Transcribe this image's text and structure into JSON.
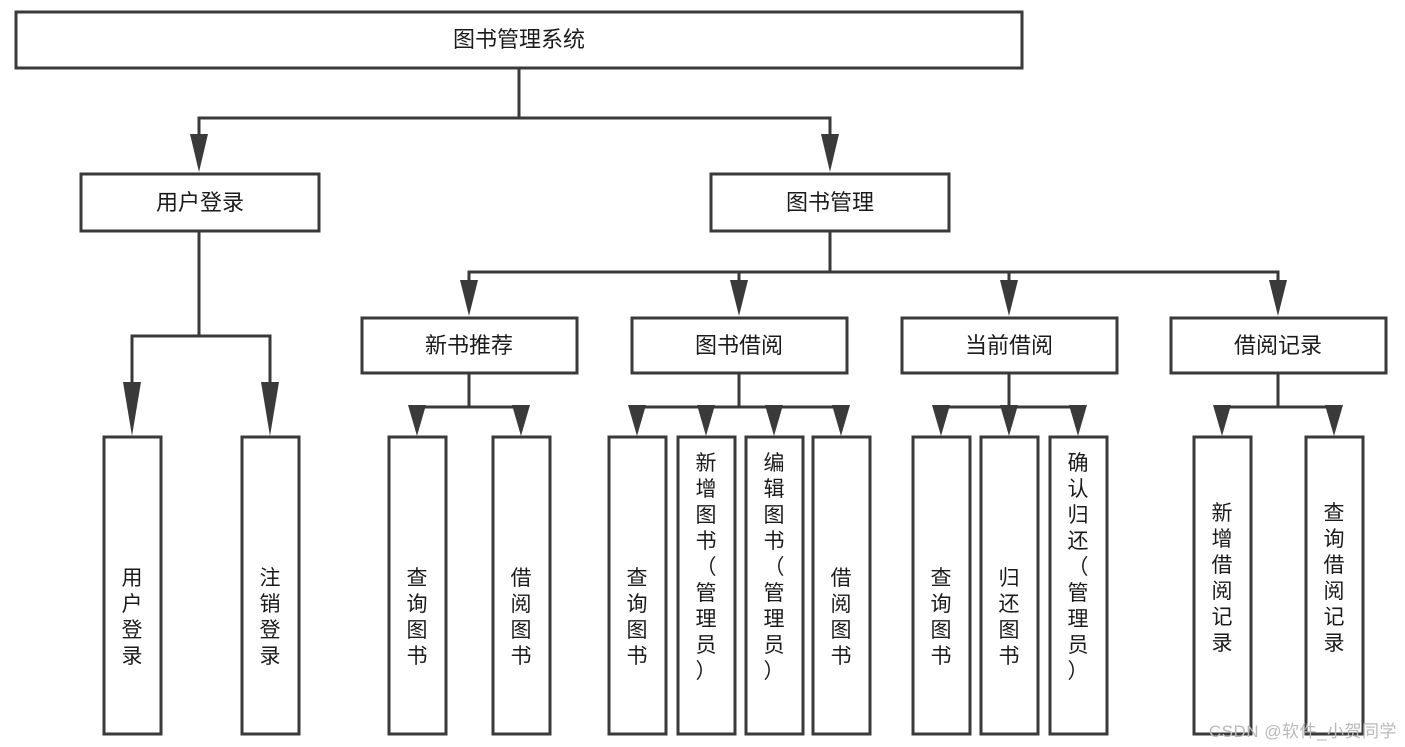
{
  "diagram": {
    "title": "图书管理系统",
    "type": "tree-hierarchy",
    "root": {
      "id": "root",
      "label": "图书管理系统",
      "orientation": "horizontal"
    },
    "level2": [
      {
        "id": "user-login",
        "label": "用户登录",
        "orientation": "horizontal"
      },
      {
        "id": "book-management",
        "label": "图书管理",
        "orientation": "horizontal"
      }
    ],
    "level3": [
      {
        "id": "new-book-recommend",
        "label": "新书推荐",
        "orientation": "horizontal",
        "parent": "book-management"
      },
      {
        "id": "book-borrow",
        "label": "图书借阅",
        "orientation": "horizontal",
        "parent": "book-management"
      },
      {
        "id": "current-borrow",
        "label": "当前借阅",
        "orientation": "horizontal",
        "parent": "book-management"
      },
      {
        "id": "borrow-record",
        "label": "借阅记录",
        "orientation": "horizontal",
        "parent": "book-management"
      }
    ],
    "leaves": {
      "user_login": [
        {
          "id": "leaf-user-login",
          "label": "用户登录",
          "orientation": "vertical"
        },
        {
          "id": "leaf-logout",
          "label": "注销登录",
          "orientation": "vertical"
        }
      ],
      "new_book_recommend": [
        {
          "id": "leaf-query-book-1",
          "label": "查询图书",
          "orientation": "vertical"
        },
        {
          "id": "leaf-borrow-book-1",
          "label": "借阅图书",
          "orientation": "vertical"
        }
      ],
      "book_borrow": [
        {
          "id": "leaf-query-book-2",
          "label": "查询图书",
          "orientation": "vertical"
        },
        {
          "id": "leaf-add-book",
          "label": "新增图书（管理员）",
          "orientation": "vertical"
        },
        {
          "id": "leaf-edit-book",
          "label": "编辑图书（管理员）",
          "orientation": "vertical"
        },
        {
          "id": "leaf-borrow-book-2",
          "label": "借阅图书",
          "orientation": "vertical"
        }
      ],
      "current_borrow": [
        {
          "id": "leaf-query-book-3",
          "label": "查询图书",
          "orientation": "vertical"
        },
        {
          "id": "leaf-return-book",
          "label": "归还图书",
          "orientation": "vertical"
        },
        {
          "id": "leaf-confirm-return",
          "label": "确认归还（管理员）",
          "orientation": "vertical"
        }
      ],
      "borrow_record": [
        {
          "id": "leaf-add-record",
          "label": "新增借阅记录",
          "orientation": "vertical"
        },
        {
          "id": "leaf-query-record",
          "label": "查询借阅记录",
          "orientation": "vertical"
        }
      ]
    },
    "colors": {
      "stroke": "#3a3a3a",
      "fill": "#ffffff",
      "text": "#1b1b1b",
      "watermark": "#b9b9b9",
      "background": "#ffffff"
    }
  },
  "watermark": {
    "text": "CSDN @软件_小贺同学"
  }
}
